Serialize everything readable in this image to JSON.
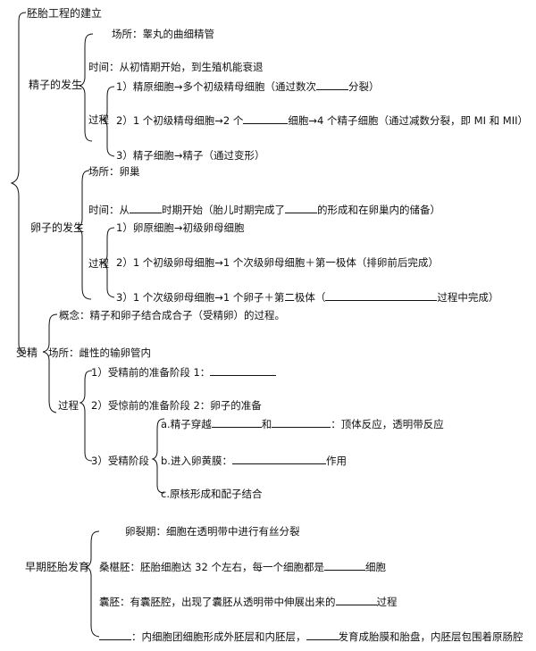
{
  "root": "胚胎工程的建立",
  "sperm": {
    "label": "精子的发生",
    "place": "场所：睾丸的曲细精管",
    "time": "时间：从初情期开始，到生殖机能衰退",
    "process": "过程",
    "step1_a": "1）精原细胞→多个初级精母细胞（通过数次",
    "step1_b": "分裂）",
    "step2_a": "2）1 个初级精母细胞→2 个",
    "step2_b": "细胞→4 个精子细胞（通过减数分裂，即 MI 和 MII）",
    "step3": "3）精子细胞→精子（通过变形）"
  },
  "egg": {
    "label": "卵子的发生",
    "place": "场所：卵巢",
    "time_a": "时间：从",
    "time_b": "时期开始（胎儿时期完成了",
    "time_c": "的形成和在卵巢内的储备）",
    "process": "过程",
    "step1": "1）卵原细胞→初级卵母细胞",
    "step2": "2）1 个初级卵母细胞→1 个次级卵母细胞＋第一极体（排卵前后完成）",
    "step3_a": "3）1 个次级卵母细胞→1 个卵子＋第二极体（",
    "step3_b": "过程中完成）"
  },
  "fert": {
    "label": "受精",
    "concept": "概念：精子和卵子结合成合子（受精卵）的过程。",
    "place": "场所：雌性的输卵管内",
    "process": "过程",
    "stage1": "1）受精前的准备阶段 1：",
    "stage2": "2）受惊前的准备阶段 2：卵子的准备",
    "stage3": "3）受精阶段",
    "a_1": "a.精子穿越",
    "a_2": "和",
    "a_3": "：顶体反应，透明带反应",
    "b_1": "b.进入卵黄膜：",
    "b_2": "作用",
    "c": "c.原核形成和配子结合"
  },
  "embryo": {
    "label": "早期胚胎发育",
    "cleavage": "卵裂期：细胞在透明带中进行有丝分裂",
    "morula_a": "桑椹胚：胚胎细胞达 32 个左右，每一个细胞都是",
    "morula_b": "细胞",
    "blast_a": "囊胚：有囊胚腔，出现了囊胚从透明带中伸展出来的",
    "blast_b": "过程",
    "last_a": "：内细胞团细胞形成外胚层和内胚层，",
    "last_b": "发育成胎膜和胎盘，内胚层包围着原肠腔"
  }
}
